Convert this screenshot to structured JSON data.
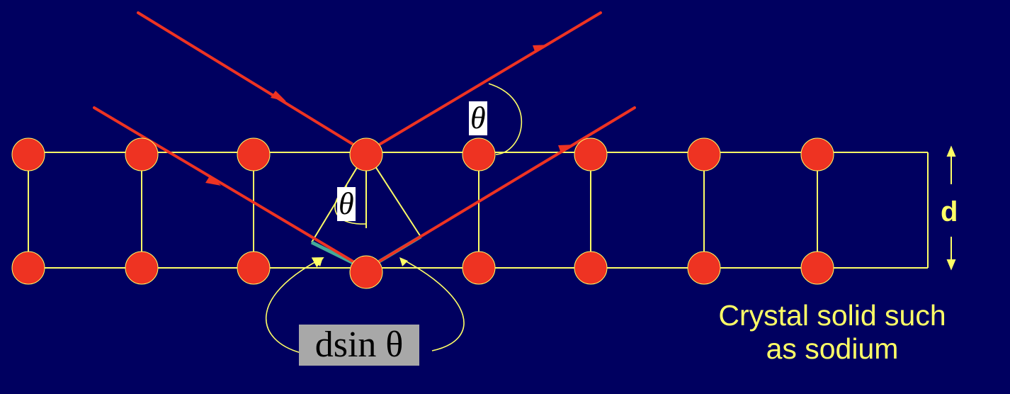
{
  "labels": {
    "theta_top": "θ",
    "theta_mid": "θ",
    "path_difference": "dsin θ",
    "spacing": "d"
  },
  "caption": {
    "line1": "Crystal solid such",
    "line2": "as sodium"
  },
  "colors": {
    "background": "#000060",
    "atom": "#ee3322",
    "lattice_line": "#ffff66",
    "ray": "#ee3322",
    "path_segment": "#44aa99",
    "text": "#ffff66"
  }
}
